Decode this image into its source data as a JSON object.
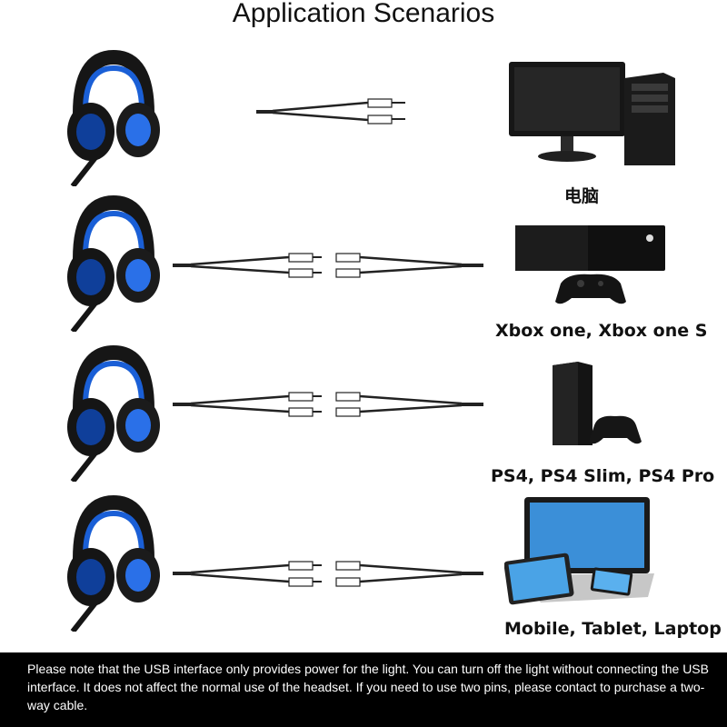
{
  "title": "Application Scenarios",
  "scenarios": [
    {
      "label": "电脑",
      "device_icon": "desktop-computer-icon"
    },
    {
      "label": "Xbox one, Xbox one S",
      "device_icon": "xbox-console-icon"
    },
    {
      "label": "PS4, PS4 Slim, PS4 Pro",
      "device_icon": "ps4-console-icon"
    },
    {
      "label": "Mobile, Tablet, Laptop",
      "device_icon": "mobile-tablet-laptop-icon"
    }
  ],
  "note": "Please note that the USB interface only provides power for the light. You can turn off the light without connecting the USB interface. It does not affect the normal use of the headset. If you need to use two pins, please contact to purchase a two-way cable.",
  "colors": {
    "accent_blue": "#1a5fd6",
    "headset_black": "#141414",
    "note_bg": "#000000",
    "note_text": "#ffffff"
  }
}
